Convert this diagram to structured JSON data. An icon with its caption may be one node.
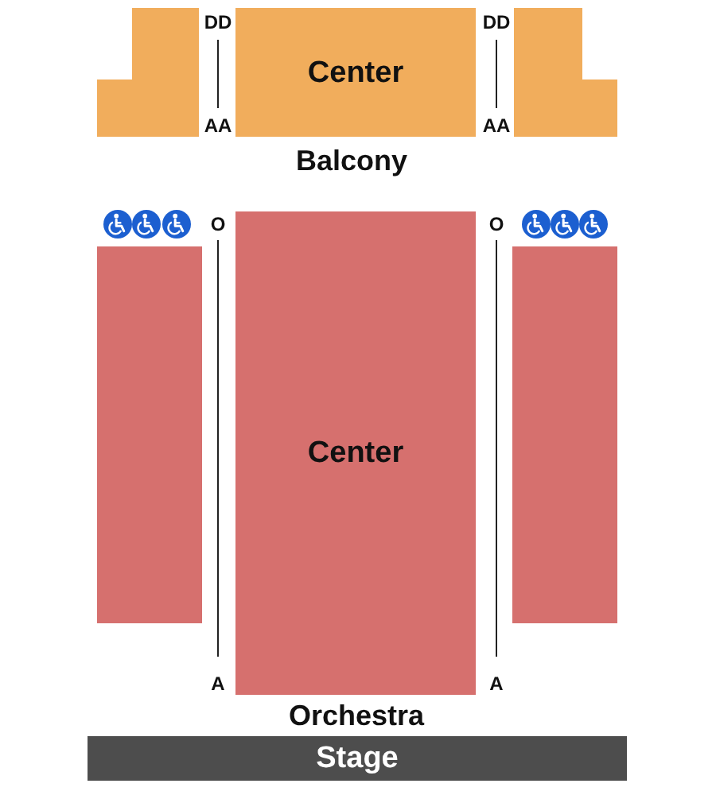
{
  "diagram": {
    "nodes": [
      {
        "text": [],
        "shape": "box"
      },
      {
        "text": [
          "Center"
        ]
      },
      {
        "text": [],
        "shape": "box"
      },
      {
        "text": [],
        "shape": "box"
      },
      {
        "text": [
          "Center"
        ]
      },
      {
        "text": [],
        "shape": "box"
      },
      {
        "text": [
          "Stage"
        ]
      }
    ],
    "labels": [
      "DD",
      "DD",
      "AA",
      "AA",
      "Balcony",
      "O",
      "O",
      "A",
      "A",
      "Orchestra"
    ]
  }
}
